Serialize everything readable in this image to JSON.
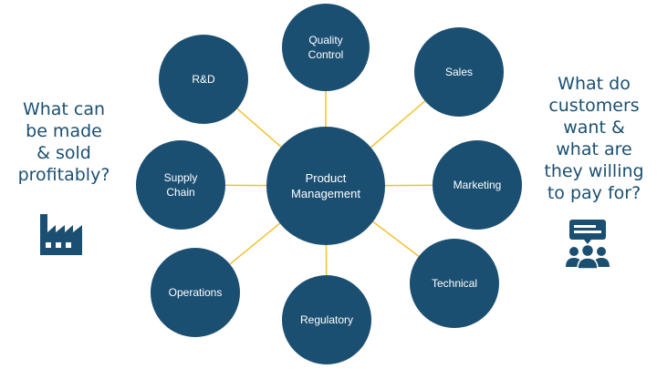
{
  "colors": {
    "node_fill": "#1b4f72",
    "connector": "#f2c232",
    "text_dark": "#1b4f72"
  },
  "center_node": {
    "label": "Product\nManagement"
  },
  "nodes": [
    {
      "id": "quality-control",
      "label": "Quality\nControl"
    },
    {
      "id": "sales",
      "label": "Sales"
    },
    {
      "id": "marketing",
      "label": "Marketing"
    },
    {
      "id": "technical",
      "label": "Technical"
    },
    {
      "id": "regulatory",
      "label": "Regulatory"
    },
    {
      "id": "operations",
      "label": "Operations"
    },
    {
      "id": "supply-chain",
      "label": "Supply\nChain"
    },
    {
      "id": "rnd",
      "label": "R&D"
    }
  ],
  "left_question": "What can\nbe made\n& sold\nprofitably?",
  "right_question": "What do\ncustomers\nwant &\nwhat are\nthey willing\nto pay for?",
  "icons": {
    "left": "factory-icon",
    "right": "audience-presentation-icon"
  }
}
